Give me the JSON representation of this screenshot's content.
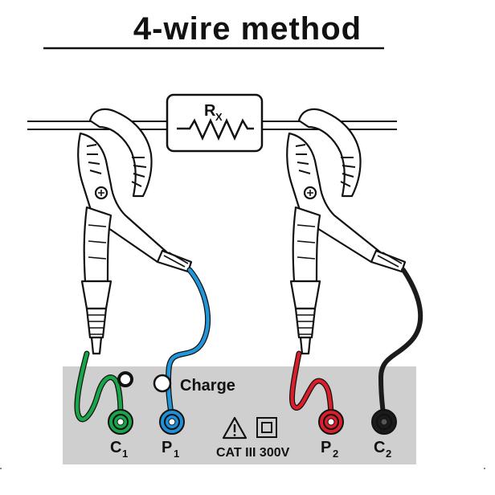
{
  "title": "4-wire method",
  "resistor": {
    "label": "R",
    "subscript": "X"
  },
  "panel": {
    "charge_label": "Charge",
    "cat_label": "CAT III 300V",
    "terminals": [
      {
        "letter": "C",
        "index": "1",
        "color": "#1aa54a"
      },
      {
        "letter": "P",
        "index": "1",
        "color": "#1f8fd6"
      },
      {
        "letter": "P",
        "index": "2",
        "color": "#d81f2a"
      },
      {
        "letter": "C",
        "index": "2",
        "color": "#1b1b1b"
      }
    ]
  },
  "colors": {
    "green_lead": "#1aa54a",
    "blue_lead": "#2196d8",
    "red_lead": "#d81f2a",
    "black_lead": "#1b1b1b",
    "panel_bg": "#cfcfcf"
  }
}
